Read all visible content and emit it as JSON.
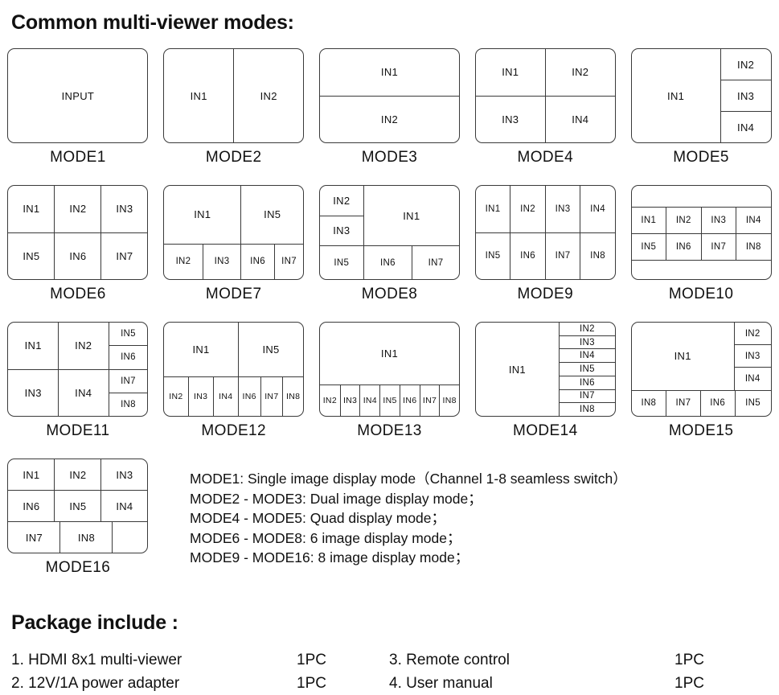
{
  "modes_heading": "Common multi-viewer modes:",
  "package_heading": "Package include :",
  "modes": [
    {
      "id": "mode1",
      "label": "MODE1",
      "cells": {
        "c1": "INPUT"
      }
    },
    {
      "id": "mode2",
      "label": "MODE2",
      "cells": {
        "c1": "IN1",
        "c2": "IN2"
      }
    },
    {
      "id": "mode3",
      "label": "MODE3",
      "cells": {
        "c1": "IN1",
        "c2": "IN2"
      }
    },
    {
      "id": "mode4",
      "label": "MODE4",
      "cells": {
        "c1": "IN1",
        "c2": "IN2",
        "c3": "IN3",
        "c4": "IN4"
      }
    },
    {
      "id": "mode5",
      "label": "MODE5",
      "cells": {
        "c1": "IN1",
        "c2": "IN2",
        "c3": "IN3",
        "c4": "IN4"
      }
    },
    {
      "id": "mode6",
      "label": "MODE6",
      "cells": {
        "c1": "IN1",
        "c2": "IN2",
        "c3": "IN3",
        "c4": "IN5",
        "c5": "IN6",
        "c6": "IN7"
      }
    },
    {
      "id": "mode7",
      "label": "MODE7",
      "cells": {
        "c1": "IN1",
        "c2": "IN5",
        "c3": "IN2",
        "c4": "IN3",
        "c5": "IN6",
        "c6": "IN7"
      }
    },
    {
      "id": "mode8",
      "label": "MODE8",
      "cells": {
        "c1": "IN2",
        "c2": "IN3",
        "c3": "IN1",
        "c4": "IN5",
        "c5": "IN6",
        "c6": "IN7"
      }
    },
    {
      "id": "mode9",
      "label": "MODE9",
      "cells": {
        "c1": "IN1",
        "c2": "IN2",
        "c3": "IN3",
        "c4": "IN4",
        "c5": "IN5",
        "c6": "IN6",
        "c7": "IN7",
        "c8": "IN8"
      }
    },
    {
      "id": "mode10",
      "label": "MODE10",
      "cells": {
        "c1": "IN1",
        "c2": "IN2",
        "c3": "IN3",
        "c4": "IN4",
        "c5": "IN5",
        "c6": "IN6",
        "c7": "IN7",
        "c8": "IN8"
      }
    },
    {
      "id": "mode11",
      "label": "MODE11",
      "cells": {
        "c1": "IN1",
        "c2": "IN2",
        "c3": "IN3",
        "c4": "IN4",
        "c5": "IN5",
        "c6": "IN6",
        "c7": "IN7",
        "c8": "IN8"
      }
    },
    {
      "id": "mode12",
      "label": "MODE12",
      "cells": {
        "c1": "IN1",
        "c2": "IN5",
        "c3": "IN2",
        "c4": "IN3",
        "c5": "IN4",
        "c6": "IN6",
        "c7": "IN7",
        "c8": "IN8"
      }
    },
    {
      "id": "mode13",
      "label": "MODE13",
      "cells": {
        "c1": "IN1",
        "c2": "IN2",
        "c3": "IN3",
        "c4": "IN4",
        "c5": "IN5",
        "c6": "IN6",
        "c7": "IN7",
        "c8": "IN8"
      }
    },
    {
      "id": "mode14",
      "label": "MODE14",
      "cells": {
        "c1": "IN1",
        "c2": "IN2",
        "c3": "IN3",
        "c4": "IN4",
        "c5": "IN5",
        "c6": "IN6",
        "c7": "IN7",
        "c8": "IN8"
      }
    },
    {
      "id": "mode15",
      "label": "MODE15",
      "cells": {
        "c1": "IN1",
        "c2": "IN2",
        "c3": "IN3",
        "c4": "IN4",
        "c5": "IN8",
        "c6": "IN7",
        "c7": "IN6",
        "c8": "IN5"
      }
    },
    {
      "id": "mode16",
      "label": "MODE16",
      "cells": {
        "c1": "IN1",
        "c2": "IN2",
        "c3": "IN3",
        "c4": "IN6",
        "c5": "IN5",
        "c6": "IN4",
        "c7": "IN7",
        "c8": "IN8",
        "c9": ""
      }
    }
  ],
  "mode_descriptions": [
    "MODE1:  Single image display mode（Channel 1-8 seamless switch）",
    "MODE2 - MODE3:  Dual image display mode；",
    "MODE4 - MODE5:  Quad display mode；",
    "MODE6 - MODE8:  6 image display mode；",
    "MODE9 - MODE16:  8 image display mode；"
  ],
  "package_items": [
    {
      "name": "1. HDMI 8x1 multi-viewer",
      "qty": "1PC"
    },
    {
      "name": "3. Remote control",
      "qty": "1PC"
    },
    {
      "name": "2. 12V/1A power adapter",
      "qty": "1PC"
    },
    {
      "name": "4. User manual",
      "qty": "1PC"
    }
  ]
}
